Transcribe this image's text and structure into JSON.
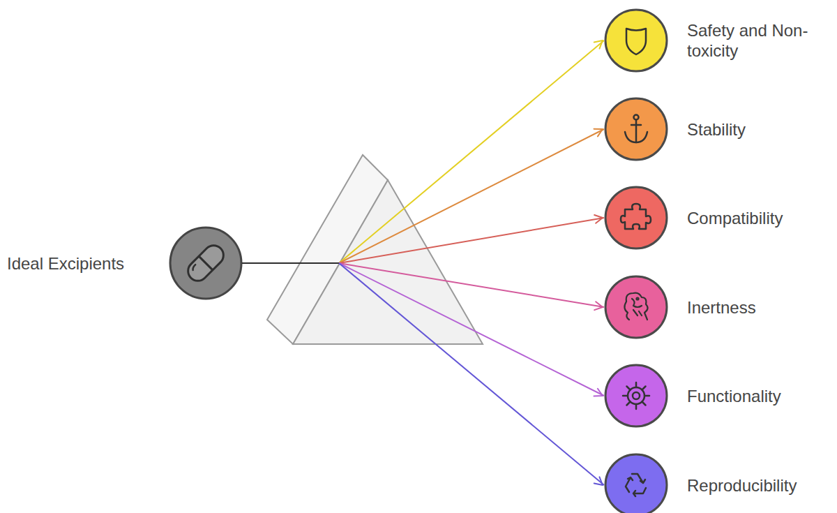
{
  "diagram": {
    "nodes": [
      {
        "text": [
          "Ideal Excipients"
        ]
      },
      {
        "text": [
          "Safety and Non-toxicity"
        ]
      },
      {
        "text": [
          "Stability"
        ]
      },
      {
        "text": [
          "Compatibility"
        ]
      },
      {
        "text": [
          "Inertness"
        ]
      },
      {
        "text": [
          "Functionality"
        ]
      },
      {
        "text": [
          "Reproducibility"
        ]
      }
    ],
    "edges": [
      {
        "from": 0,
        "to": 1,
        "arrow": "to"
      },
      {
        "from": 0,
        "to": 2,
        "arrow": "to"
      },
      {
        "from": 0,
        "to": 3,
        "arrow": "to"
      },
      {
        "from": 0,
        "to": 4,
        "arrow": "to"
      },
      {
        "from": 0,
        "to": 5,
        "arrow": "to"
      },
      {
        "from": 0,
        "to": 6,
        "arrow": "to"
      }
    ]
  }
}
